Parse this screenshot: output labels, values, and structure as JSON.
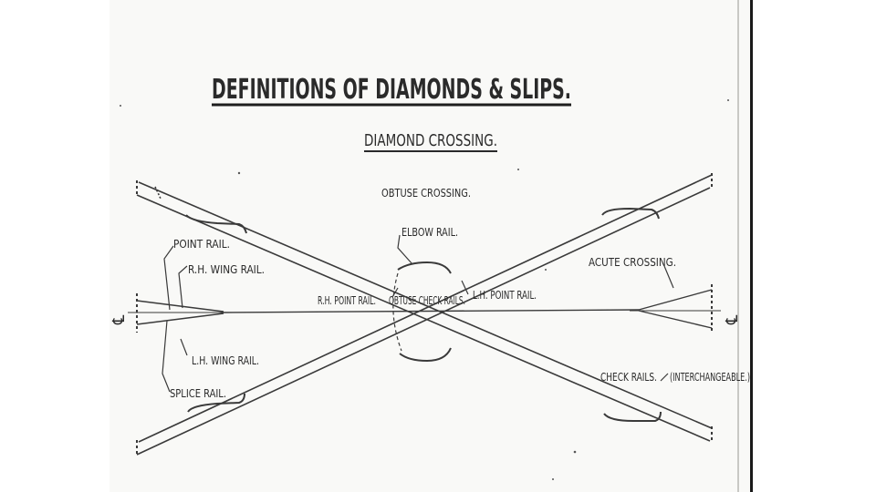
{
  "title": "DEFINITIONS OF DIAMONDS & SLIPS.",
  "subtitle": "DIAMOND CROSSING.",
  "labels": {
    "obtuse_crossing": "OBTUSE CROSSING.",
    "elbow_rail": "ELBOW RAIL.",
    "point_rail": "POINT RAIL.",
    "rh_wing_rail": "R.H. WING RAIL.",
    "acute_crossing": "ACUTE CROSSING.",
    "rh_point_rail": "R.H. POINT RAIL.",
    "obtuse_check_rails": "OBTUSE CHECK RAILS.",
    "lh_point_rail": "L.H. POINT RAIL.",
    "lh_wing_rail": "L.H. WING RAIL.",
    "check_rails": "CHECK RAILS.",
    "interchangeable": "(INTERCHANGEABLE.)",
    "splice_rail": "SPLICE RAIL.",
    "centerline_left": "℄",
    "centerline_right": "℄"
  }
}
